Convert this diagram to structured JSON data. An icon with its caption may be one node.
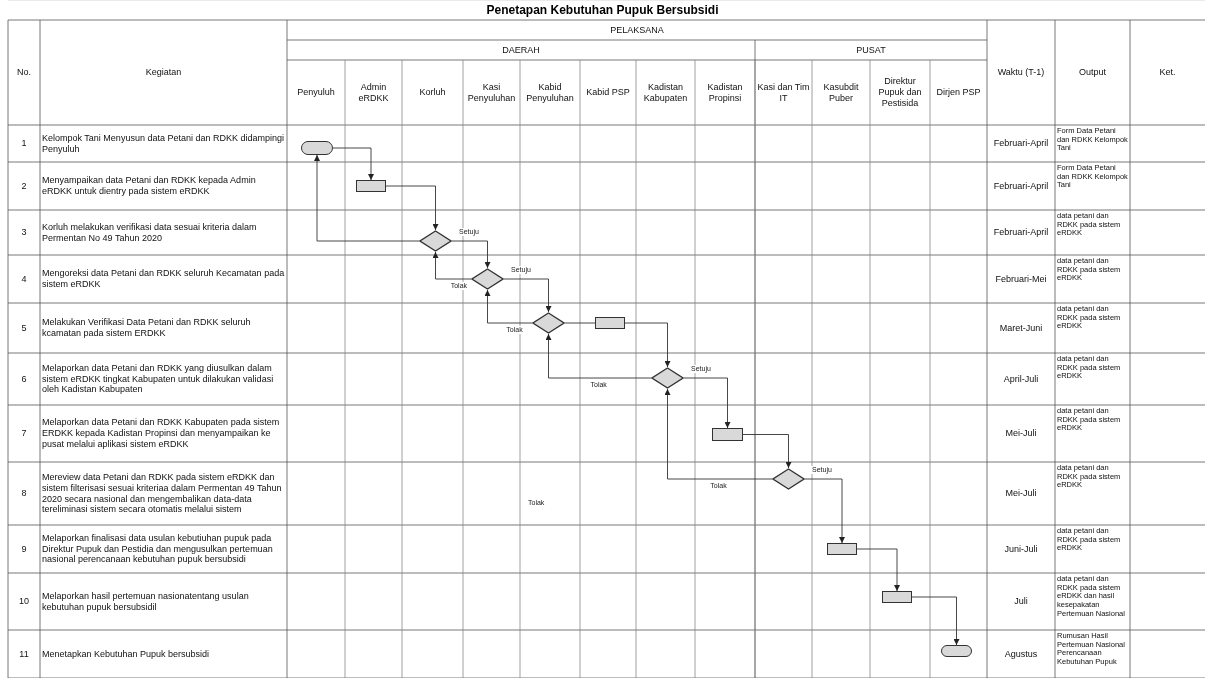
{
  "diagram": {
    "title": "Penetapan Kebutuhan Pupuk Bersubsidi",
    "nodes": [
      {
        "text": [],
        "shape": "pill"
      },
      {
        "text": [],
        "shape": "box"
      },
      {
        "text": [],
        "shape": "diamond"
      },
      {
        "text": [],
        "shape": "diamond"
      },
      {
        "text": [],
        "shape": "diamond"
      },
      {
        "text": [],
        "shape": "box"
      },
      {
        "text": [],
        "shape": "diamond"
      },
      {
        "text": [],
        "shape": "box"
      },
      {
        "text": [],
        "shape": "diamond"
      },
      {
        "text": [],
        "shape": "box"
      },
      {
        "text": [],
        "shape": "box"
      },
      {
        "text": [],
        "shape": "pill"
      }
    ],
    "edges": [
      {
        "from": 0,
        "to": 1,
        "arrow": "to"
      },
      {
        "from": 1,
        "to": 2,
        "arrow": "to"
      },
      {
        "from": 2,
        "to": 0,
        "arrow": "to"
      },
      {
        "from": 2,
        "to": 3,
        "arrow": "to",
        "label": "Setuju"
      },
      {
        "from": 3,
        "to": 2,
        "arrow": "to",
        "label": "Tolak"
      },
      {
        "from": 3,
        "to": 4,
        "arrow": "to",
        "label": "Setuju"
      },
      {
        "from": 4,
        "to": 3,
        "arrow": "to",
        "label": "Tolak"
      },
      {
        "from": 4,
        "to": 5,
        "arrow": "none"
      },
      {
        "from": 5,
        "to": 6,
        "arrow": "to"
      },
      {
        "from": 6,
        "to": 4,
        "arrow": "to",
        "label": "Tolak"
      },
      {
        "from": 6,
        "to": 7,
        "arrow": "to",
        "label": "Setuju"
      },
      {
        "from": 7,
        "to": 8,
        "arrow": "to"
      },
      {
        "from": 8,
        "to": 6,
        "arrow": "to",
        "label": "Tolak"
      },
      {
        "from": 8,
        "to": 9,
        "arrow": "to",
        "label": "Setuju"
      },
      {
        "from": 9,
        "to": 10,
        "arrow": "to"
      },
      {
        "from": 10,
        "to": 11,
        "arrow": "to"
      }
    ],
    "labels": [
      "No.",
      "Kegiatan",
      "PELAKSANA",
      "Waktu (T-1)",
      "Output",
      "Ket.",
      "DAERAH",
      "PUSAT",
      "Penyuluh",
      "Admin eRDKK",
      "Korluh",
      "Kasi Penyuluhan",
      "Kabid Penyuluhan",
      "Kabid PSP",
      "Kadistan Kabupaten",
      "Kadistan Propinsi",
      "Kasi dan Tim IT",
      "Kasubdit Puber",
      "Direktur Pupuk dan Pestisida",
      "Dirjen PSP",
      "1",
      "Kelompok Tani Menyusun data Petani dan RDKK didampingi Penyuluh",
      "Februari-April",
      "Form Data Petani dan RDKK Kelompok Tani",
      "2",
      "Menyampaikan data Petani dan RDKK kepada Admin eRDKK untuk dientry pada sistem eRDKK",
      "Februari-April",
      "Form Data Petani dan RDKK Kelompok Tani",
      "3",
      "Korluh melakukan verifikasi data sesuai kriteria dalam Permentan No 49 Tahun 2020",
      "Februari-April",
      "data petani dan RDKK pada sistem eRDKK",
      "4",
      "Mengoreksi data Petani dan RDKK seluruh Kecamatan pada sistem eRDKK",
      "Februari-Mei",
      "data petani dan RDKK pada sistem eRDKK",
      "5",
      "Melakukan Verifikasi Data Petani dan RDKK seluruh kcamatan pada sistem ERDKK",
      "Maret-Juni",
      "data petani dan RDKK pada sistem eRDKK",
      "6",
      "Melaporkan data Petani dan RDKK yang diusulkan dalam sistem eRDKK tingkat Kabupaten untuk dilakukan validasi oleh Kadistan Kabupaten",
      "April-Juli",
      "data petani dan RDKK pada sistem eRDKK",
      "7",
      "Melaporkan data Petani dan RDKK Kabupaten pada sistem ERDKK kepada Kadistan Propinsi dan menyampaikan ke pusat melalui aplikasi sistem eRDKK",
      "Mei-Juli",
      "data petani dan RDKK pada sistem eRDKK",
      "8",
      "Mereview data Petani dan RDKK pada sistem eRDKK dan sistem filterisasi sesuai kriteriaa dalam Permentan 49 Tahun 2020 secara nasional dan mengembalikan data-data tereliminasi sistem secara otomatis melalui sistem",
      "Mei-Juli",
      "data petani dan RDKK pada sistem eRDKK",
      "9",
      "Melaporkan finalisasi data usulan kebutiuhan pupuk pada Direktur Pupuk dan Pestidia dan mengusulkan pertemuan nasional perencanaan kebutuhan pupuk bersubsidi",
      "Juni-Juli",
      "data petani dan RDKK pada sistem eRDKK",
      "10",
      "Melaporkan hasil pertemuan nasionatentang usulan kebutuhan pupuk bersubsidil",
      "Juli",
      "data petani dan RDKK pada sistem eRDKK dan hasil kesepakatan Pertemuan Nasional",
      "11",
      "Menetapkan Kebutuhan Pupuk bersubsidi",
      "Agustus",
      "Rumusan Hasil Pertemuan Nasional Perencanaan Kebutuhan Pupuk",
      "Tolak"
    ]
  }
}
